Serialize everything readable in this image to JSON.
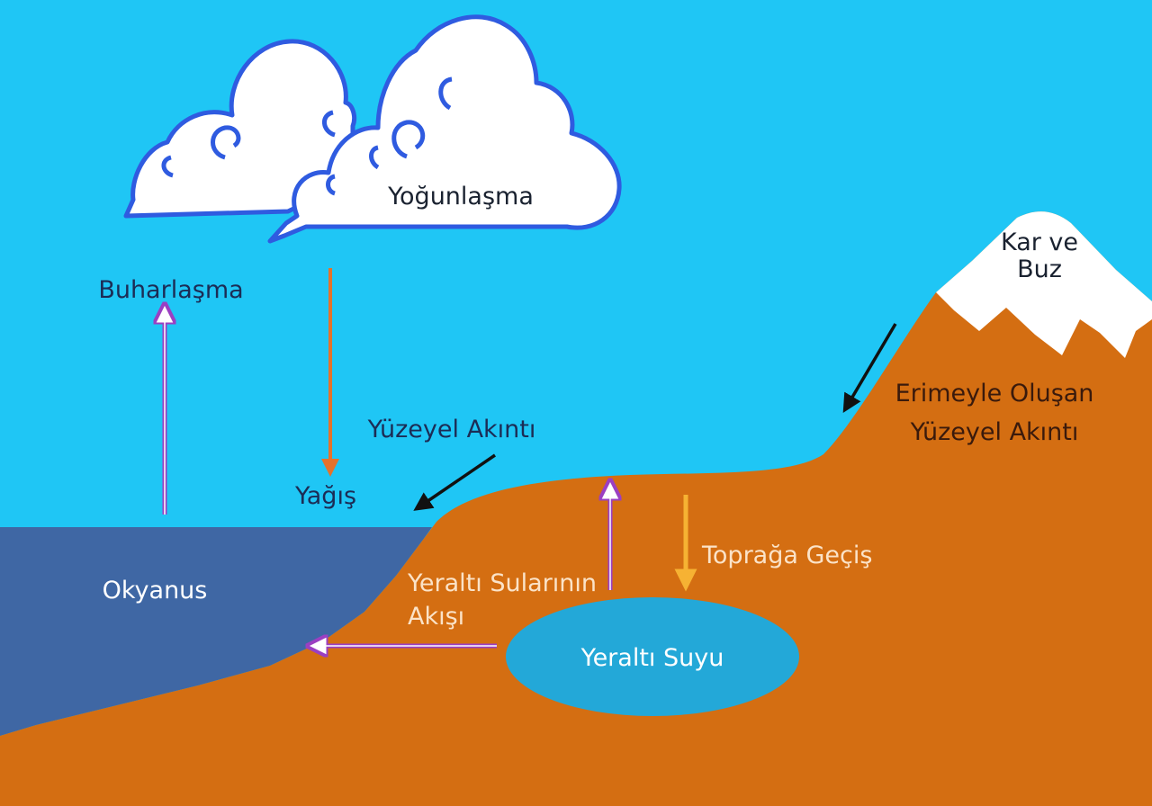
{
  "labels": {
    "condensation": "Yoğunlaşma",
    "evaporation": "Buharlaşma",
    "precipitation": "Yağış",
    "surface_runoff": "Yüzeyel Akıntı",
    "snow_ice_line1": "Kar ve",
    "snow_ice_line2": "Buz",
    "snowmelt_runoff_line1": "Erimeyle Oluşan",
    "snowmelt_runoff_line2": "Yüzeyel Akıntı",
    "infiltration": "Toprağa Geçiş",
    "groundwater_flow_line1": "Yeraltı Sularının",
    "groundwater_flow_line2": "Akışı",
    "groundwater": "Yeraltı Suyu",
    "ocean": "Okyanus"
  },
  "colors": {
    "sky": "#1fc6f5",
    "land": "#d46e12",
    "ocean": "#3f67a4",
    "groundwater": "#23a8d8",
    "snow": "#ffffff",
    "cloud_outline": "#2f5be0",
    "arrow_purple": "#9b3fc2",
    "arrow_orange": "#e5722b",
    "arrow_yellow": "#f6b233",
    "arrow_black": "#111111"
  }
}
